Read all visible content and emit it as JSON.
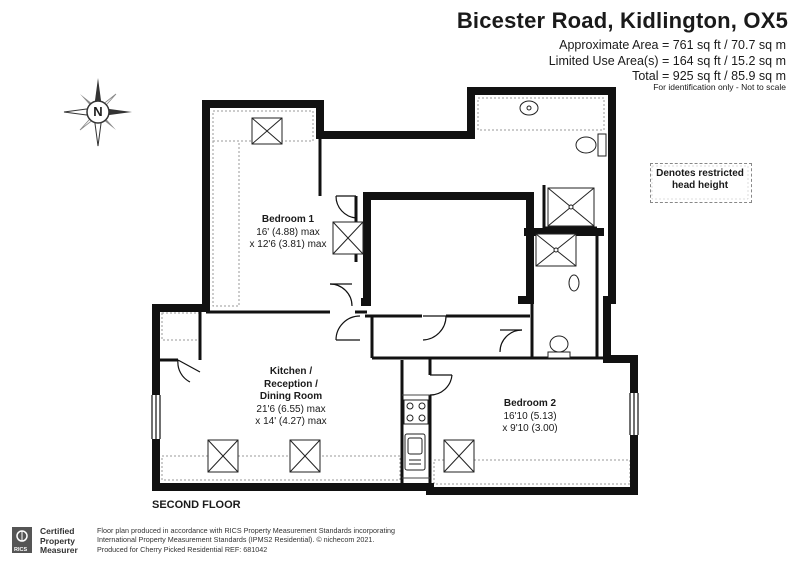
{
  "header": {
    "title": "Bicester Road, Kidlington, OX5",
    "approx_area": "Approximate Area = 761 sq ft / 70.7 sq m",
    "limited_area": "Limited Use Area(s) = 164 sq ft / 15.2 sq m",
    "total_area": "Total = 925 sq ft / 85.9 sq m",
    "disclaimer": "For identification only - Not to scale"
  },
  "compass": {
    "label": "N"
  },
  "legend": {
    "text": "Denotes restricted head height"
  },
  "rooms": {
    "bedroom1": {
      "name": "Bedroom 1",
      "dim1": "16' (4.88) max",
      "dim2": "x 12'6 (3.81) max"
    },
    "kitchen": {
      "name1": "Kitchen /",
      "name2": "Reception /",
      "name3": "Dining Room",
      "dim1": "21'6 (6.55) max",
      "dim2": "x 14' (4.27) max"
    },
    "bedroom2": {
      "name": "Bedroom 2",
      "dim1": "16'10 (5.13)",
      "dim2": "x 9'10 (3.00)"
    }
  },
  "floor_label": "SECOND FLOOR",
  "footer": {
    "rics_lines": [
      "Certified",
      "Property",
      "Measurer"
    ],
    "rics_mark": "RICS",
    "note": "Floor plan produced in accordance with RICS Property Measurement Standards incorporating\nInternational Property Measurement Standards (IPMS2 Residential). © nichecom 2021.\nProduced for Cherry Picked Residential    REF: 681042"
  },
  "colors": {
    "wall": "#111111",
    "line": "#444444",
    "dashed": "#9a9a9a"
  }
}
